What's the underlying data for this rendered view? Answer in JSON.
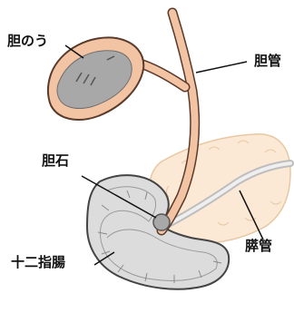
{
  "labels": {
    "gallbladder": "胆のう",
    "bile_duct": "胆管",
    "gallstone": "胆石",
    "pancreatic_duct": "膵管",
    "duodenum": "十二指腸"
  },
  "colors": {
    "bile": "#f2c4a3",
    "bile_outline": "#5a3a2a",
    "stone": "#a8a8a8",
    "pancreas": "#fbe9d6",
    "pancreas_outline": "#e8c7a2",
    "duodenum": "#dcdcdc",
    "duct_gray": "#d9d9d9",
    "outline": "#444444"
  }
}
